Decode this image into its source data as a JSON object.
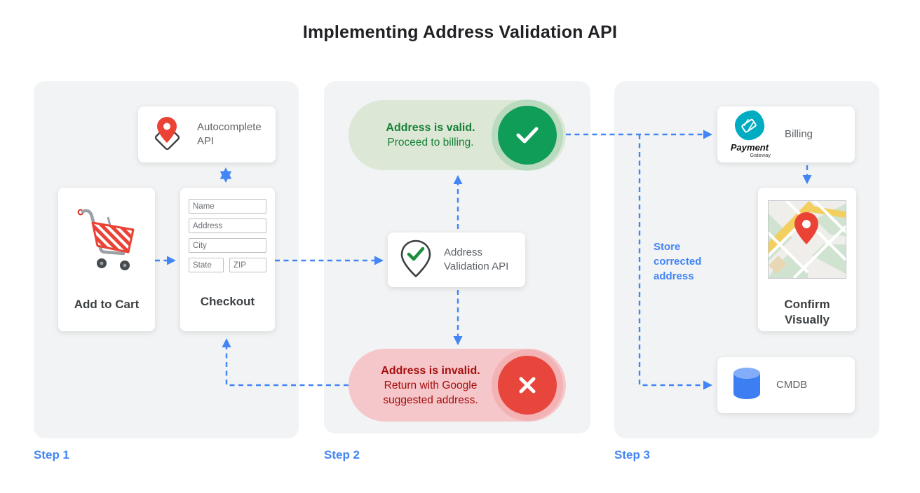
{
  "title": "Implementing Address Validation API",
  "colors": {
    "accent_blue": "#4285F4",
    "panel_bg": "#F1F3F4",
    "green": "#0F9D58",
    "green_light": "#DCE8D5",
    "green_text": "#188038",
    "red": "#E8453C",
    "red_light": "#F6C7CA",
    "red_text": "#A50E0E",
    "teal": "#00ACC1",
    "card_text": "#5f6368"
  },
  "step1": {
    "label": "Step 1",
    "autocomplete_card": {
      "icon": "map-pin-diamond-icon",
      "label": "Autocomplete API"
    },
    "add_to_cart_card": {
      "icon": "shopping-cart-icon",
      "label": "Add to Cart"
    },
    "checkout_card": {
      "label": "Checkout",
      "fields": {
        "name": "Name",
        "address": "Address",
        "city": "City",
        "state": "State",
        "zip": "ZIP"
      }
    }
  },
  "step2": {
    "label": "Step 2",
    "valid_pill": {
      "icon": "check-circle-icon",
      "title": "Address is valid.",
      "subtitle": "Proceed to billing."
    },
    "validation_card": {
      "icon": "map-pin-check-icon",
      "label": "Address Validation API"
    },
    "invalid_pill": {
      "icon": "x-circle-icon",
      "title": "Address is invalid.",
      "subtitle": "Return with Google suggested address."
    }
  },
  "step3": {
    "label": "Step 3",
    "billing_card": {
      "icon": "payment-gateway-logo",
      "logo_title": "Payment",
      "logo_subtitle": "Gateway",
      "label": "Billing"
    },
    "confirm_card": {
      "icon": "map-thumbnail",
      "label": "Confirm Visually"
    },
    "cmdb_card": {
      "icon": "database-cylinder-icon",
      "label": "CMDB"
    },
    "store_note": "Store corrected address"
  }
}
